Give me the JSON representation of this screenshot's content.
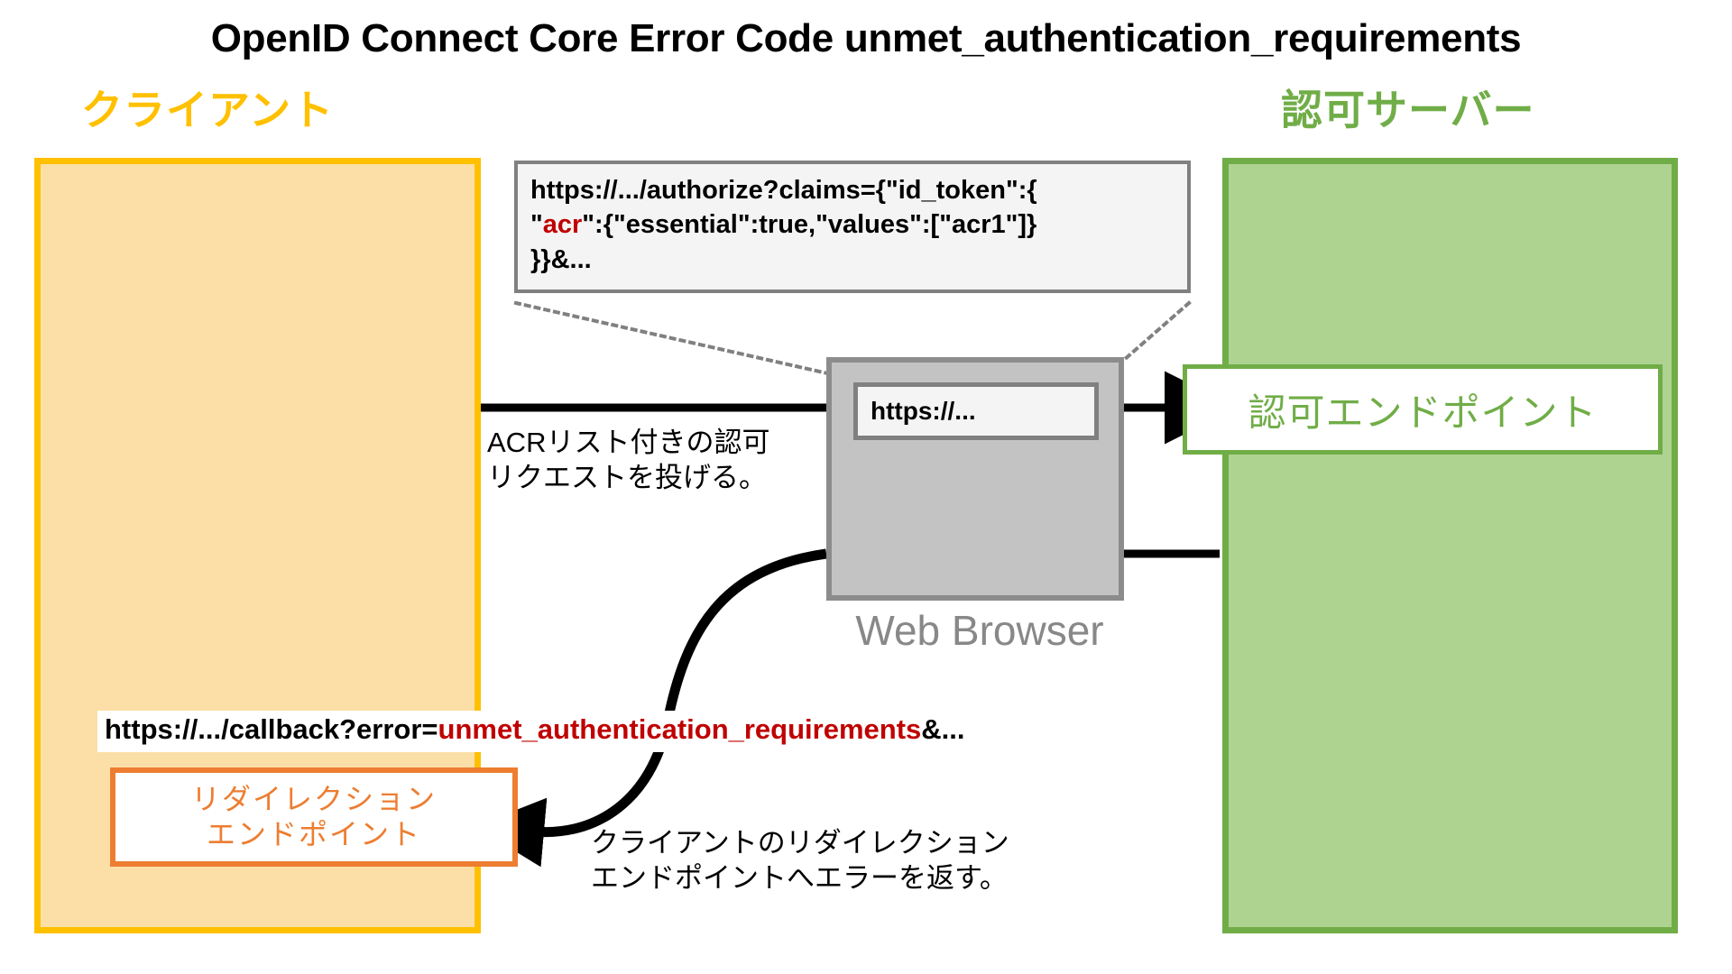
{
  "title": "OpenID Connect Core Error Code unmet_authentication_requirements",
  "zones": {
    "client": {
      "heading": "クライアント",
      "border_color": "#FFC000",
      "fill_color": "#FCDFA6"
    },
    "server": {
      "heading": "認可サーバー",
      "border_color": "#70AD47",
      "fill_color": "#AED391"
    }
  },
  "authorize_callout": {
    "line1": "https://.../authorize?claims={\"id_token\":{",
    "line2_prefix": "\"",
    "line2_highlight": "acr",
    "line2_suffix": "\":{\"essential\":true,\"values\":[\"acr1\"]}",
    "line3": "}}&...",
    "highlight_color": "#C00000"
  },
  "browser": {
    "address_bar_value": "https://...",
    "label": "Web Browser",
    "label_color": "#888888"
  },
  "authorization_endpoint": {
    "label": "認可エンドポイント",
    "color": "#70AD47"
  },
  "redirect_endpoint": {
    "label_line1": "リダイレクション",
    "label_line2": "エンドポイント",
    "color": "#ED7D31"
  },
  "notes": {
    "request_line1": "ACRリスト付きの認可",
    "request_line2": "リクエストを投げる。",
    "error_line1": "クライアントのリダイレクション",
    "error_line2": "エンドポイントへエラーを返す。"
  },
  "callback_url": {
    "prefix": "https://.../callback?error=",
    "highlight": "unmet_authentication_requirements",
    "suffix": "&...",
    "highlight_color": "#C00000"
  }
}
